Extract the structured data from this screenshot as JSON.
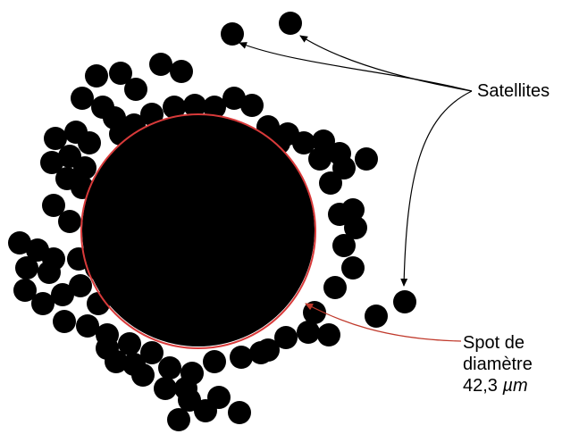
{
  "labels": {
    "satellites": "Satellites",
    "spot_line1": "Spot de",
    "spot_line2": "diamètre",
    "spot_value": "42,3",
    "spot_unit": "µm"
  },
  "colors": {
    "particles": "#000000",
    "spot_circle": "#d83a3a",
    "satellite_arrows": "#000000",
    "spot_arrow": "#c0392b"
  }
}
